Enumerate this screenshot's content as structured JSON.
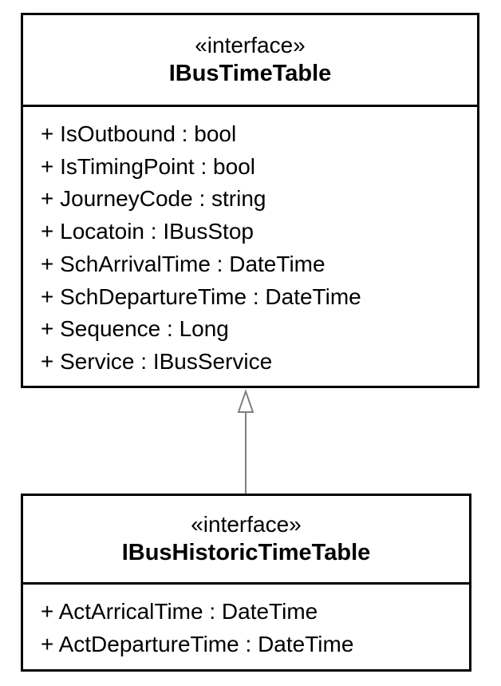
{
  "diagram": {
    "parent": {
      "stereotype": "«interface»",
      "name": "IBusTimeTable",
      "attributes": [
        "+ IsOutbound : bool",
        "+ IsTimingPoint : bool",
        "+ JourneyCode : string",
        "+ Locatoin : IBusStop",
        "+ SchArrivalTime : DateTime",
        "+ SchDepartureTime : DateTime",
        "+ Sequence : Long",
        "+ Service : IBusService"
      ]
    },
    "child": {
      "stereotype": "«interface»",
      "name": "IBusHistoricTimeTable",
      "attributes": [
        "+ ActArricalTime : DateTime",
        "+ ActDepartureTime : DateTime"
      ]
    },
    "relationship": "generalization",
    "colors": {
      "border": "#000000",
      "arrow": "#808080",
      "background": "#ffffff"
    }
  }
}
